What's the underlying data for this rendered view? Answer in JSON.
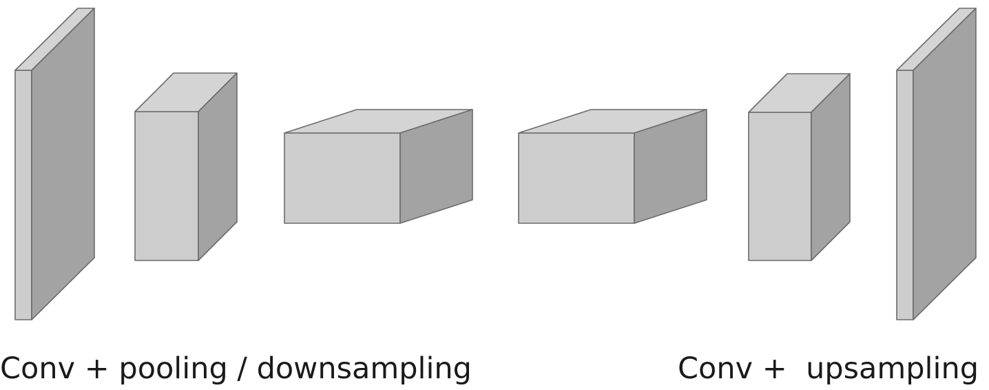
{
  "captions": {
    "left": "Conv + pooling / downsampling",
    "right": "Conv +  upsampling"
  },
  "colors": {
    "front_face": "#cdcdcd",
    "top_face": "#d4d4d4",
    "side_face": "#a3a3a3",
    "edge": "#6a6a6a",
    "text": "#1a1a1a",
    "background": "#ffffff"
  },
  "diagram": {
    "layers": [
      {
        "name": "input-feature-map",
        "stage": "encoder"
      },
      {
        "name": "encoder-block-1",
        "stage": "encoder"
      },
      {
        "name": "encoder-block-2",
        "stage": "encoder"
      },
      {
        "name": "decoder-block-1",
        "stage": "decoder"
      },
      {
        "name": "decoder-block-2",
        "stage": "decoder"
      },
      {
        "name": "output-feature-map",
        "stage": "decoder"
      }
    ]
  }
}
